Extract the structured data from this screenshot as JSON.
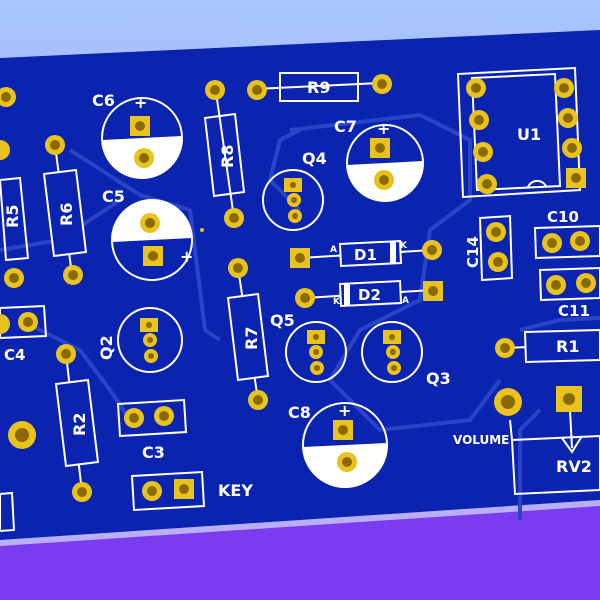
{
  "colors": {
    "sky_top": "#a9c6ff",
    "sky_bottom": "#9b8df5",
    "floor": "#7b3cf0",
    "board": "#0b24b0",
    "board_edge": "#e8f0ff",
    "trace": "#2a44c8",
    "pad": "#e8c21e",
    "pad_hole": "#8a6a00",
    "silk": "#ffffff"
  },
  "labels": {
    "R9": "R9",
    "C6": "C6",
    "C7": "C7",
    "U1": "U1",
    "R5": "R5",
    "R6": "R6",
    "R8": "R8",
    "Q4": "Q4",
    "C5": "C5",
    "D1": "D1",
    "D2": "D2",
    "C14": "C14",
    "C10": "C10",
    "C11": "C11",
    "C4": "C4",
    "Q2": "Q2",
    "R7": "R7",
    "Q5": "Q5",
    "Q3": "Q3",
    "R1": "R1",
    "R2": "R2",
    "C8": "C8",
    "C3": "C3",
    "VOLUME": "VOLUME",
    "RV2": "RV2",
    "KEY": "KEY",
    "A1": "A",
    "K1": "K",
    "A2": "A",
    "K2": "K"
  }
}
